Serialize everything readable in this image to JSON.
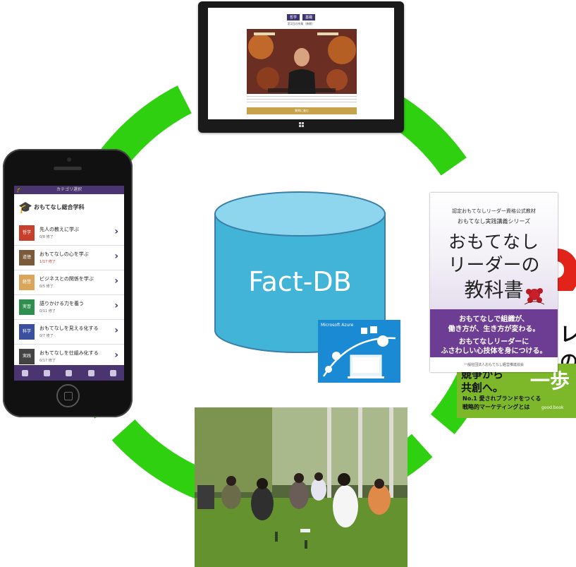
{
  "colors": {
    "ring": "#2fd00f",
    "db_fill": "#41b4d8",
    "db_top": "#8ed6ee",
    "azure": "#1a8ad4",
    "phone_bar": "#4a3570"
  },
  "center": {
    "label": "Fact-DB",
    "azure_label": "Microsoft Azure"
  },
  "tablet": {
    "tabs": [
      "哲学",
      "基礎"
    ],
    "subtitle": "第1回の授業（無観）",
    "button": "質問に進む",
    "icon": "windows-logo-icon"
  },
  "phone": {
    "topbar": "カテゴリ選択",
    "title": "おもてなし総合学科",
    "items": [
      {
        "tag": "哲学",
        "color": "#c8402c",
        "title": "先人の教えに学ぶ",
        "progress": "0/8 修了",
        "highlight": false
      },
      {
        "tag": "道徳",
        "color": "#7a5a3a",
        "title": "おもてなしの心を学ぶ",
        "progress": "1/17 修了",
        "highlight": true
      },
      {
        "tag": "経営",
        "color": "#d9a65a",
        "title": "ビジネスとの関係を学ぶ",
        "progress": "0/5 修了",
        "highlight": false
      },
      {
        "tag": "実習",
        "color": "#2f8f4e",
        "title": "語りかける力を養う",
        "progress": "0/11 修了",
        "highlight": false
      },
      {
        "tag": "科学",
        "color": "#3b4fa0",
        "title": "おもてなしを見える化する",
        "progress": "0/7 修了",
        "highlight": false
      },
      {
        "tag": "実践",
        "color": "#434343",
        "title": "おもてなしを仕組み化する",
        "progress": "0/17 修了",
        "highlight": false
      }
    ]
  },
  "book_main": {
    "series_top": "認定おもてなしリーダー資格公式教材",
    "series": "おもてなし実践講義シリーズ",
    "title_1": "おもてなし",
    "title_2": "リーダーの",
    "title_3": "教科書",
    "band_1": "おもてなしで組織が、",
    "band_2": "働き方が、生き方が変わる。",
    "band_3": "おもてなしリーダーに",
    "band_4": "ふさわしい心技体を身につける。",
    "publisher": "一般社団法人おもてなし経営推進協会"
  },
  "book_back": {
    "partial_heading_1": "競争から",
    "partial_heading_2": "共創へ。",
    "big_word": "一歩",
    "tagline_1": "No.1 愛されブランドをつくる",
    "tagline_2": "戦略的マーケティングとは",
    "imprint": "good.book"
  }
}
